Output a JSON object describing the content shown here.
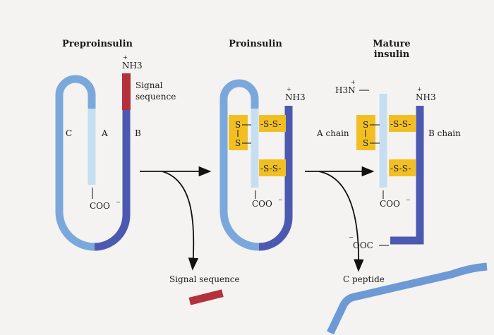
{
  "panels": {
    "prepro": {
      "title": "Preproinsulin",
      "nh3": "NH3",
      "plus": "+",
      "signal_l1": "Signal",
      "signal_l2": "sequence",
      "chain_c": "C",
      "chain_a": "A",
      "chain_b": "B",
      "coo": "COO",
      "minus": "−"
    },
    "pro": {
      "title": "Proinsulin",
      "nh3": "NH3",
      "plus": "+",
      "coo": "COO",
      "minus": "−",
      "s": "S",
      "ss": "-S-S-"
    },
    "mature": {
      "title_l1": "Mature",
      "title_l2": "insulin",
      "h3n": "H3N",
      "plus": "+",
      "nh3": "NH3",
      "a_chain": "A chain",
      "b_chain": "B chain",
      "coo": "COO",
      "minus": "−",
      "ooc": "OOC",
      "s": "S",
      "ss": "-S-S-"
    }
  },
  "products": {
    "signal_sequence": "Signal sequence",
    "c_peptide": "C peptide"
  },
  "colors": {
    "background": "#f4f3f2",
    "chain_c": "#7ba8dc",
    "chain_a": "#c6dff0",
    "chain_b": "#4856ac",
    "signal": "#b2313b",
    "disulfide_box": "#f2bf23"
  }
}
